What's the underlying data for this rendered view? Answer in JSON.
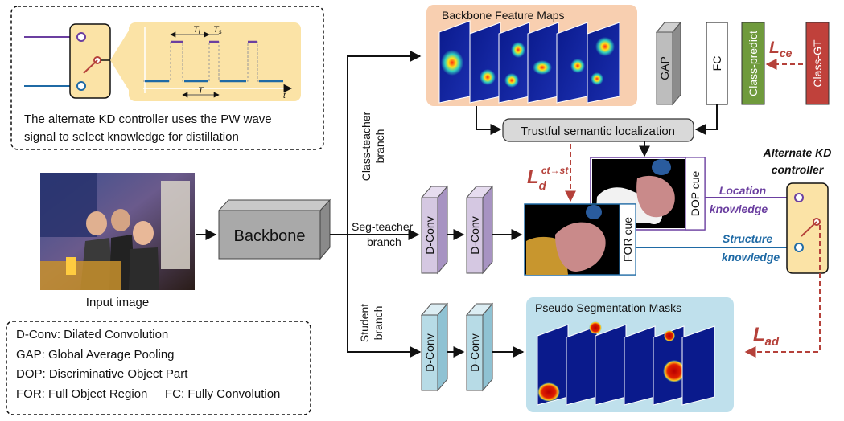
{
  "controller_panel": {
    "caption_line1": "The alternate KD controller uses the PW wave",
    "caption_line2": "signal to select knowledge for distillation",
    "wave_label_tl": "T",
    "wave_label_tl_sub": "l",
    "wave_label_ts": "T",
    "wave_label_ts_sub": "s",
    "wave_label_period": "T",
    "wave_label_time": "t"
  },
  "input": {
    "label": "Input image"
  },
  "backbone": {
    "label": "Backbone"
  },
  "branches": {
    "class_teacher_line1": "Class-teacher",
    "class_teacher_line2": "branch",
    "seg_teacher_line1": "Seg-teacher",
    "seg_teacher_line2": "branch",
    "student_line1": "Student",
    "student_line2": "branch"
  },
  "feature_maps": {
    "title": "Backbone Feature Maps"
  },
  "gap": {
    "label": "GAP"
  },
  "fc": {
    "label": "FC"
  },
  "class_predict": {
    "label": "Class-predict"
  },
  "class_gt": {
    "label": "Class-GT"
  },
  "loss_ce": {
    "main": "L",
    "sub": "ce"
  },
  "loss_d": {
    "main": "L",
    "sub": "d",
    "sup": "ct→st"
  },
  "loss_ad": {
    "main": "L",
    "sub": "ad"
  },
  "tsl": {
    "label": "Trustful semantic localization"
  },
  "dconv": {
    "label": "D-Conv"
  },
  "dop_cue": {
    "label": "DOP cue"
  },
  "for_cue": {
    "label": "FOR cue"
  },
  "location_knowledge": {
    "line1": "Location",
    "line2": "knowledge"
  },
  "structure_knowledge": {
    "line1": "Structure",
    "line2": "knowledge"
  },
  "alt_controller": {
    "line1": "Alternate KD",
    "line2": "controller"
  },
  "pseudo_masks": {
    "title": "Pseudo Segmentation Masks"
  },
  "legend": {
    "items": [
      "D-Conv: Dilated Convolution",
      "GAP: Global Average Pooling",
      "DOP: Discriminative Object Part",
      "FOR: Full Object Region",
      "FC: Fully Convolution"
    ]
  },
  "colors": {
    "purple": "#6b3fa0",
    "blue": "#1f6aa5",
    "loss_red": "#b5413a",
    "feature_bg": "#f8cfb0",
    "pseudo_bg": "#bfe0ec",
    "wave_bg": "#fbe3a6",
    "dconv_purple": "#d5c8e2",
    "dconv_blue": "#b7dbe6",
    "class_predict_green": "#6f9a3c",
    "class_gt_red": "#c0413b"
  }
}
